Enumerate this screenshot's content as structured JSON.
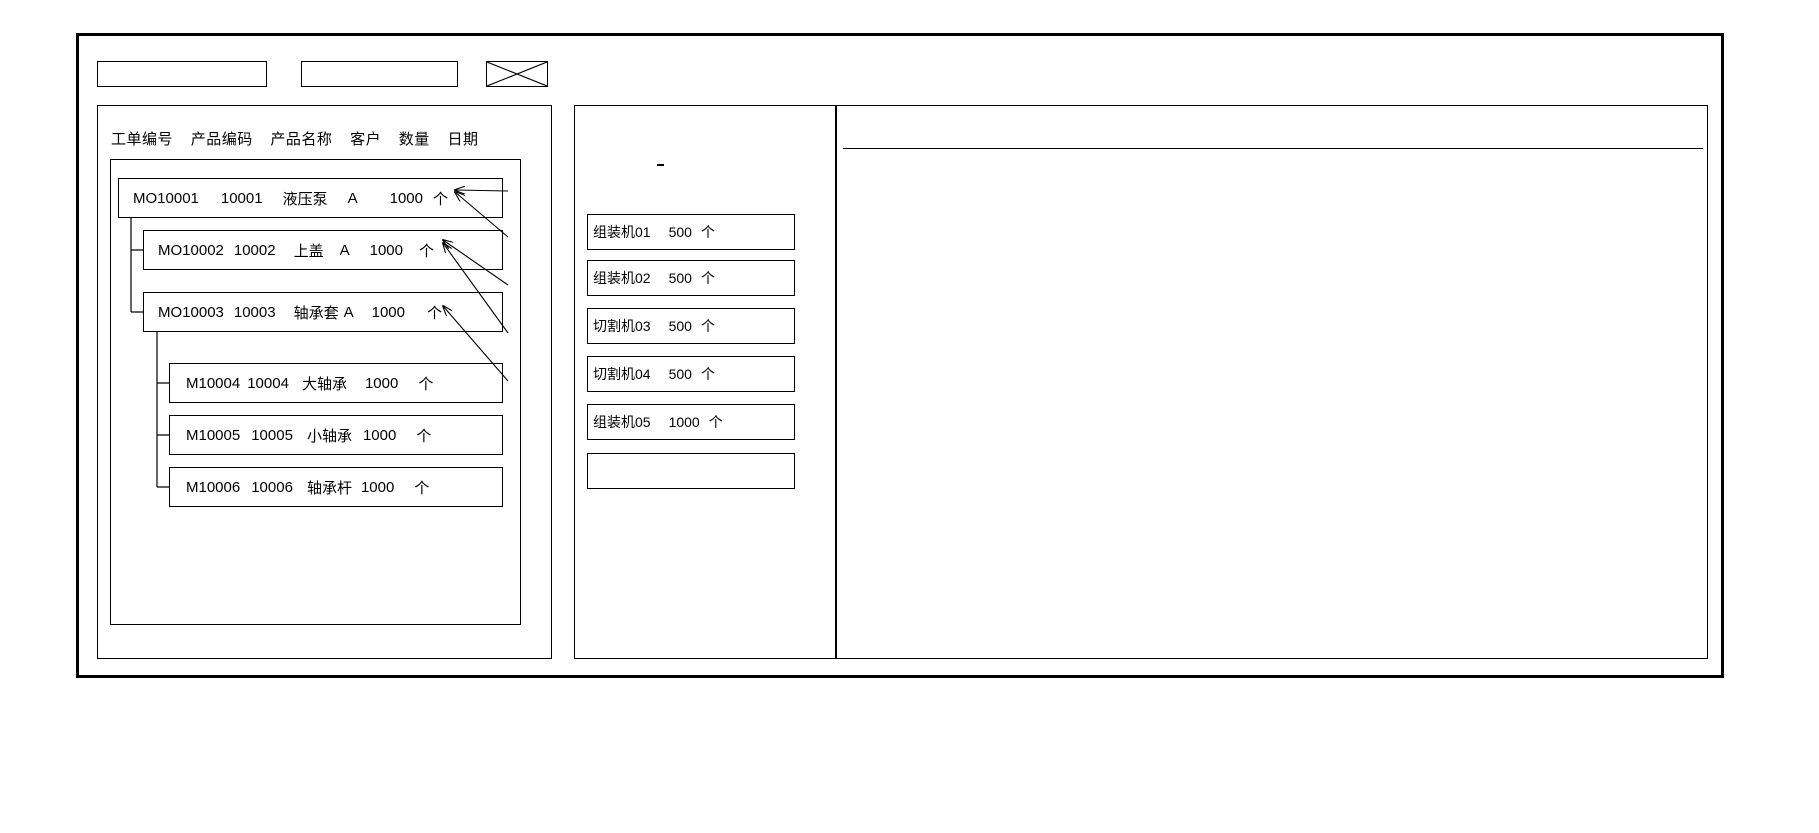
{
  "window": {
    "title": ""
  },
  "toolbar": {
    "field_1_value": "",
    "field_2_value": "",
    "close_icon": "crossed-box-icon"
  },
  "work_order_panel": {
    "columns": [
      "工单编号",
      "产品编码",
      "产品名称",
      "客户",
      "数量",
      "日期"
    ],
    "rows": [
      {
        "level": 0,
        "order_no": "MO10001",
        "product_code": "10001",
        "product_name": "液压泵",
        "customer": "A",
        "quantity": "1000",
        "unit": "个"
      },
      {
        "level": 1,
        "order_no": "MO10002",
        "product_code": "10002",
        "product_name": "上盖",
        "customer": "A",
        "quantity": "1000",
        "unit": "个"
      },
      {
        "level": 1,
        "order_no": "MO10003",
        "product_code": "10003",
        "product_name": "轴承套",
        "customer": "A",
        "quantity": "1000",
        "unit": "个"
      },
      {
        "level": 2,
        "order_no": "M10004",
        "product_code": "10004",
        "product_name": "大轴承",
        "customer": "",
        "quantity": "1000",
        "unit": "个"
      },
      {
        "level": 2,
        "order_no": "M10005",
        "product_code": "10005",
        "product_name": "小轴承",
        "customer": "",
        "quantity": "1000",
        "unit": "个"
      },
      {
        "level": 2,
        "order_no": "M10006",
        "product_code": "10006",
        "product_name": "轴承杆",
        "customer": "",
        "quantity": "1000",
        "unit": "个"
      }
    ]
  },
  "machine_panel": {
    "rows": [
      {
        "machine": "组装机01",
        "quantity": "500",
        "unit": "个"
      },
      {
        "machine": "组装机02",
        "quantity": "500",
        "unit": "个"
      },
      {
        "machine": "切割机03",
        "quantity": "500",
        "unit": "个"
      },
      {
        "machine": "切割机04",
        "quantity": "500",
        "unit": "个"
      },
      {
        "machine": "组装机05",
        "quantity": "1000",
        "unit": "个"
      },
      {
        "machine": "",
        "quantity": "",
        "unit": ""
      }
    ]
  },
  "detail_panel": {
    "header_text": "",
    "body_text": ""
  },
  "colors": {
    "stroke": "#000000",
    "background": "#ffffff"
  }
}
